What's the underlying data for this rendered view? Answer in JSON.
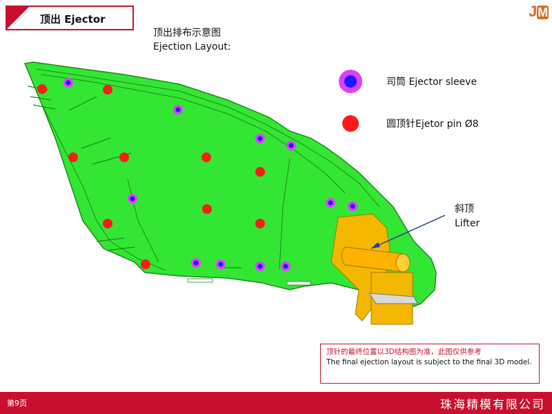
{
  "header": {
    "title": "顶出   Ejector"
  },
  "layout_title": {
    "line1": "顶出排布示意图",
    "line2": "Ejection Layout:"
  },
  "logo": {
    "j": "J",
    "m": "M"
  },
  "legend": {
    "sleeve": {
      "label": "司筒 Ejector sleeve",
      "outer_color": "#e040fb",
      "inner_color": "#1a1aff"
    },
    "pin": {
      "label": "圆顶针Ejetor pin Ø8",
      "color": "#ff1a1a"
    }
  },
  "lifter": {
    "line1": "斜顶",
    "line2": "Lifter",
    "color": "#f5b800"
  },
  "note": {
    "cn": "顶针的最终位置以3D结构图为准，此图仅供参考",
    "en": "The final ejection layout is subject to the final 3D model."
  },
  "footer": {
    "page": "第9页",
    "company": "珠海精模有限公司"
  },
  "colors": {
    "accent": "#c8102e",
    "part_fill": "#33e633",
    "part_edge": "#1a8a1a"
  }
}
